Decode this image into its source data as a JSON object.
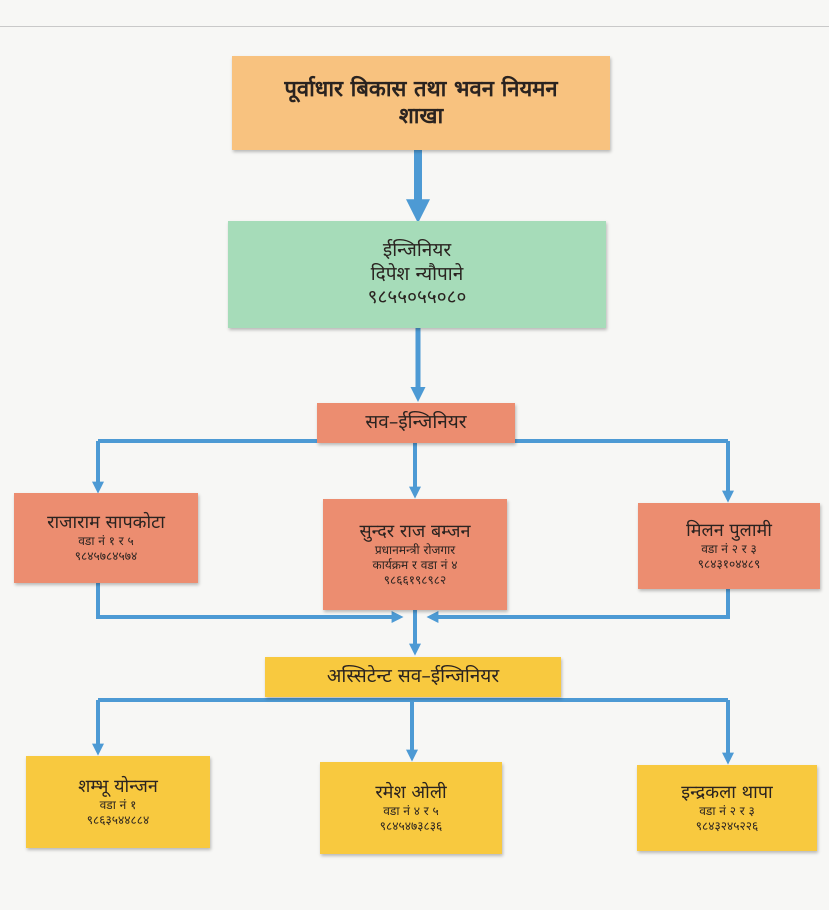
{
  "colors": {
    "top": "#f8c27f",
    "engineer": "#a6dcb9",
    "sub": "#ec8d70",
    "assistant": "#f8c93f",
    "arrow": "#4d9ad4"
  },
  "top": {
    "line1": "पूर्वाधार बिकास तथा भवन नियमन",
    "line2": "शाखा"
  },
  "engineer": {
    "title": "ईन्जिनियर",
    "name": "दिपेश न्यौपाने",
    "phone": "९८५५०५५०८०"
  },
  "sub_engineer_label": "सव–ईन्जिनियर",
  "sub_engineers": [
    {
      "name": "राजाराम सापकोटा",
      "detail1": "वडा नं १ र ५",
      "detail2": "",
      "phone": "९८४५७८४५७४"
    },
    {
      "name": "सुन्दर राज बम्जन",
      "detail1": "प्रधानमन्त्री रोजगार",
      "detail2": "कार्यक्रम र वडा नं ४",
      "phone": "९८६६१९८९८२"
    },
    {
      "name": "मिलन पुलामी",
      "detail1": "वडा नं २ र ३",
      "detail2": "",
      "phone": "९८४३१०४४८९"
    }
  ],
  "assistant_label": "अस्सिटेन्ट सव–ईन्जिनियर",
  "assistants": [
    {
      "name": "शम्भू योन्जन",
      "detail": "वडा नं १",
      "phone": "९८६३५४४८८४"
    },
    {
      "name": "रमेश ओली",
      "detail": "वडा नं ४ र ५",
      "phone": "९८४५४७३८३६"
    },
    {
      "name": "इन्द्रकला थापा",
      "detail": "वडा नं २ र ३",
      "phone": "९८४३२४५२२६"
    }
  ]
}
